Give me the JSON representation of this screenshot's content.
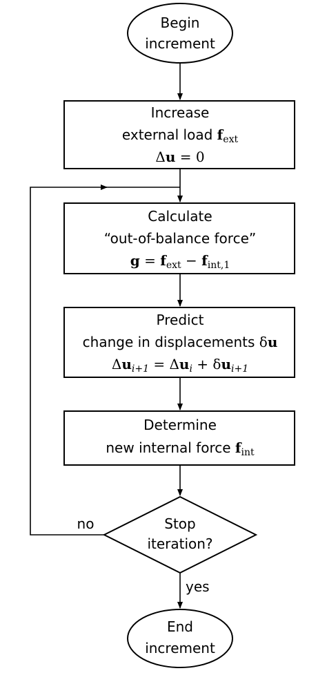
{
  "nodes": {
    "begin": {
      "line1": "Begin",
      "line2": "increment"
    },
    "increase": {
      "line1": "Increase",
      "line2_text": "external load",
      "f": "f",
      "f_sub": "ext",
      "delta": "Δ",
      "u": "u",
      "eq_zero": " = 0"
    },
    "calculate": {
      "line1": "Calculate",
      "line2": "“out-of-balance force”",
      "g": "g",
      "eq": " = ",
      "f1": "f",
      "f1_sub": "ext",
      "minus": " − ",
      "f2": "f",
      "f2_sub": "int,1"
    },
    "predict": {
      "line1": "Predict",
      "line2_text": "change in displacements ",
      "delta_small": "δ",
      "u": "u",
      "eq_delta1": "Δ",
      "eq_u1": "u",
      "eq_sub1": "i+1",
      "eq_mid1": " = Δ",
      "eq_u2": "u",
      "eq_sub2": "i",
      "eq_mid2": " + δ",
      "eq_u3": "u",
      "eq_sub3": "i+1"
    },
    "determine": {
      "line1": "Determine",
      "line2_text": "new internal force ",
      "f": "f",
      "f_sub": "int"
    },
    "decision": {
      "line1": "Stop",
      "line2": "iteration?"
    },
    "end": {
      "line1": "End",
      "line2": "increment"
    }
  },
  "edges": {
    "no_label": "no",
    "yes_label": "yes"
  }
}
